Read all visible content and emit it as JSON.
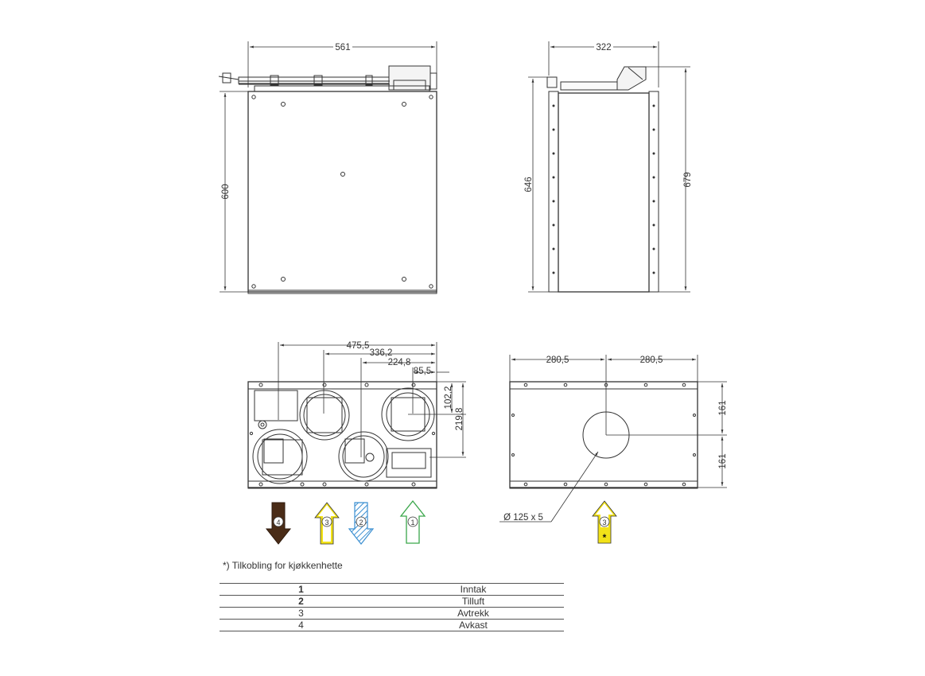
{
  "dimensions": {
    "front_width": "561",
    "front_height": "600",
    "side_width": "322",
    "side_height_body": "646",
    "side_height_total": "679",
    "top_d1": "475,5",
    "top_d2": "336,2",
    "top_d3": "224,8",
    "top_d4": "85,5",
    "top_v1": "102,2",
    "top_v2": "219,8",
    "bottom_left": "280,5",
    "bottom_right": "280,5",
    "bottom_v1": "161",
    "bottom_v2": "161",
    "diameter": "Ø 125 x 5"
  },
  "arrows": [
    {
      "number": "4",
      "direction": "down",
      "color": "#4a2c17"
    },
    {
      "number": "3",
      "direction": "up",
      "color": "#f2e218"
    },
    {
      "number": "2",
      "direction": "down",
      "color": "#3b8fd1"
    },
    {
      "number": "1",
      "direction": "up",
      "color": "#3aa64a"
    },
    {
      "number": "3",
      "direction": "up",
      "color": "#f2e218",
      "mark": "*"
    }
  ],
  "note": "*) Tilkobling for kjøkkenhette",
  "legend": [
    {
      "number": "1",
      "label": "Inntak"
    },
    {
      "number": "2",
      "label": "Tilluft"
    },
    {
      "number": "3",
      "label": "Avtrekk"
    },
    {
      "number": "4",
      "label": "Avkast"
    }
  ]
}
